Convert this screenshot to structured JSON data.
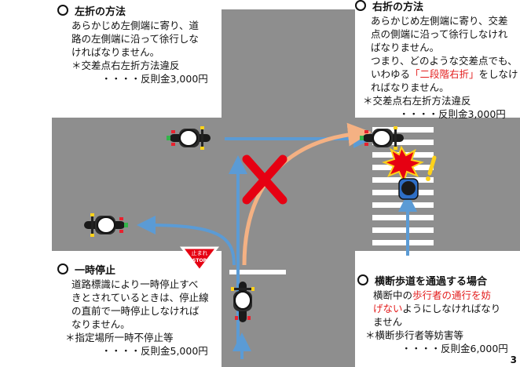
{
  "left_turn": {
    "title": "左折の方法",
    "lines": [
      "あらかじめ左側端に寄り、道",
      "路の左側端に沿って徐行しな",
      "ければなりません。"
    ],
    "violation": "＊交差点右左折方法違反",
    "fine": "・・・・反則金3,000円"
  },
  "right_turn": {
    "title": "右折の方法",
    "lines": [
      "あらかじめ左側端に寄り、交差",
      "点の側端に沿って徐行しなけれ",
      "ばなりません。",
      "つまり、どのような交差点でも、"
    ],
    "line5_pre": "いわゆる",
    "line5_red": "「二段階右折」",
    "line5_post": "をしなけ",
    "line6": "ればなりません。",
    "violation": "＊交差点右左折方法違反",
    "fine": "・・・・反則金3,000円"
  },
  "stop": {
    "title": "一時停止",
    "lines": [
      "道路標識により一時停止すべ",
      "きとされているときは、停止線",
      "の直前で一時停止しなければ",
      "なりません。"
    ],
    "violation": "＊指定場所一時不停止等",
    "fine": "・・・・反則金5,000円"
  },
  "crosswalk": {
    "title": "横断歩道を通過する場合",
    "line1_pre": "横断中の",
    "line1_red": "歩行者の通行を妨",
    "line2_red": "げない",
    "line2_post": "ようにしなければなり",
    "line3": "ません",
    "violation": "＊横断歩行者等妨害等",
    "fine": "・・・・反則金6,000円"
  },
  "stop_sign": {
    "top": "止まれ",
    "bottom": "STOP"
  },
  "page_number": "3",
  "colors": {
    "road": "#8e8e8e",
    "arrow_blue": "#5b9bd5",
    "arrow_orange": "#f4b183",
    "cross": "#e60012"
  }
}
